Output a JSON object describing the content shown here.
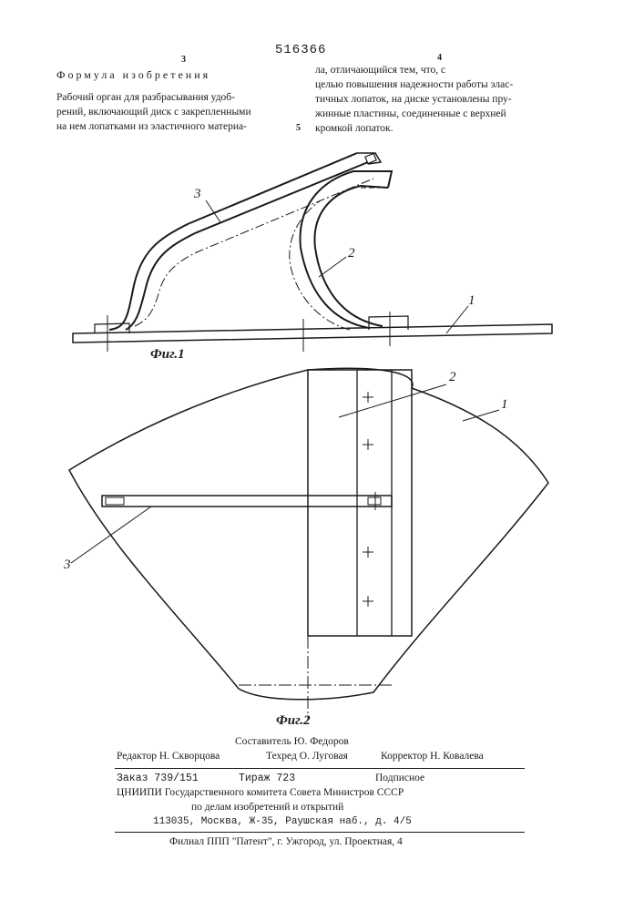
{
  "header": {
    "patent_number": "516366",
    "column_left_number": "3",
    "column_right_number": "4",
    "line_number_marker": "5"
  },
  "claims": {
    "heading": "Формула изобретения",
    "left_lines": [
      "Рабочий орган для разбрасывания удоб-",
      "рений, включающий диск с закрепленными",
      "на нем лопатками из эластичного материа-"
    ],
    "right_lines": [
      "ла, отличающийся тем, что, с",
      "целью повышения надежности работы элас-",
      "тичных лопаток, на диске установлены пру-",
      "жинные пластины, соединенные с верхней",
      "кромкой лопаток."
    ]
  },
  "figures": {
    "fig1_label": "Фиг.1",
    "fig2_label": "Фиг.2",
    "fig1_refs": {
      "r1": "1",
      "r2": "2",
      "r3": "3"
    },
    "fig2_refs": {
      "r1": "1",
      "r2": "2",
      "r3": "3"
    }
  },
  "footer": {
    "compiler": "Составитель Ю. Федоров",
    "editor": "Редактор Н. Скворцова",
    "techred": "Техред О. Луговая",
    "corrector": "Корректор Н. Ковалева",
    "order": "Заказ 739/151",
    "circulation": "Тираж 723",
    "subscription": "Подписное",
    "institute": "ЦНИИПИ Государственного комитета Совета Министров СССР",
    "affairs": "по делам изобретений и открытий",
    "address": "113035, Москва, Ж-35, Раушская наб., д. 4/5",
    "branch": "Филиал ППП \"Патент\", г. Ужгород, ул. Проектная, 4"
  }
}
